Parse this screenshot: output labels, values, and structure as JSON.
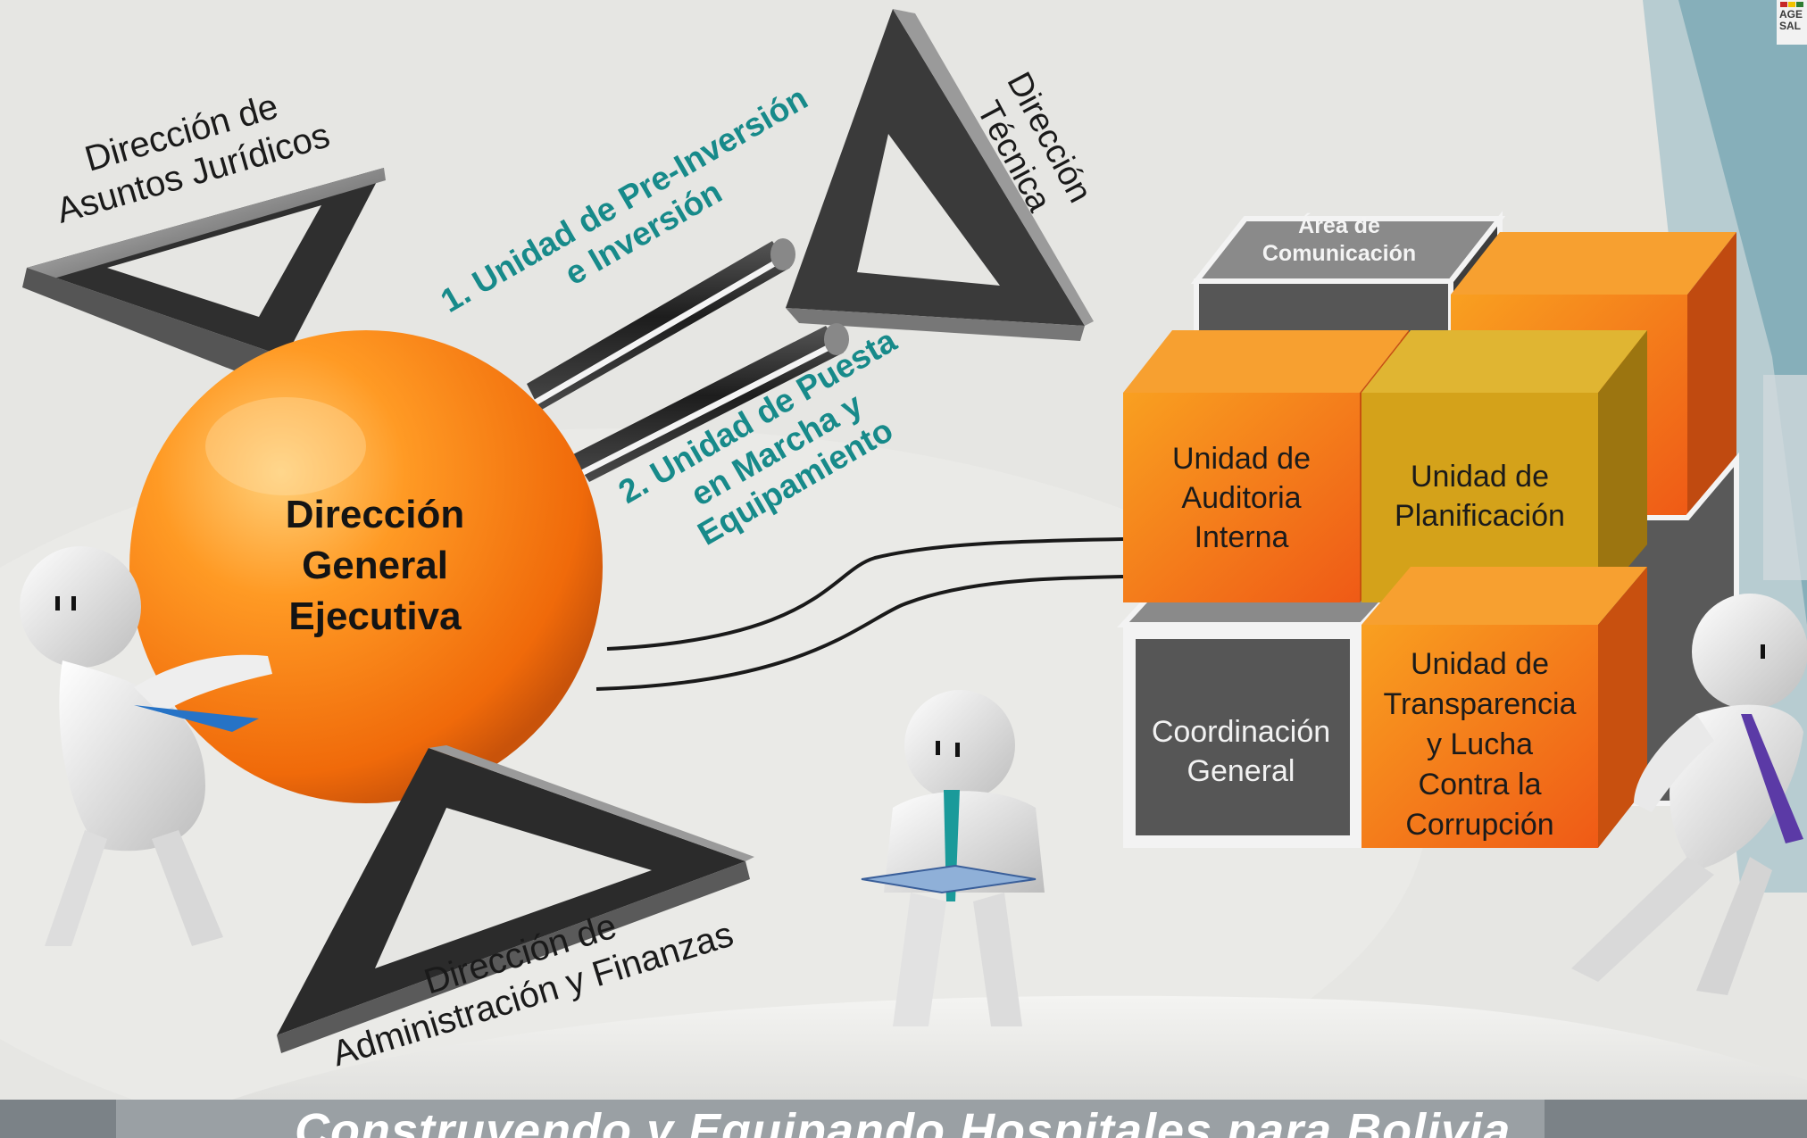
{
  "org_chart": {
    "center": {
      "line1": "Dirección",
      "line2": "General",
      "line3": "Ejecutiva"
    },
    "directions": {
      "juridicos": {
        "line1": "Dirección de",
        "line2": "Asuntos Jurídicos"
      },
      "tecnica": {
        "line1": "Dirección",
        "line2": "Técnica"
      },
      "administracion": {
        "line1": "Dirección de",
        "line2": "Administración y Finanzas"
      }
    },
    "units": {
      "preinversion": {
        "line1": "1. Unidad de Pre-Inversión",
        "line2": "e Inversión"
      },
      "puesta_marcha": {
        "line1": "2. Unidad de Puesta",
        "line2": "en Marcha y",
        "line3": "Equipamiento"
      }
    },
    "cube_blocks": {
      "comunicacion": {
        "line1": "Área de",
        "line2": "Comunicación"
      },
      "auditoria": {
        "line1": "Unidad de",
        "line2": "Auditoria",
        "line3": "Interna"
      },
      "planificacion": {
        "line1": "Unidad de",
        "line2": "Planificación"
      },
      "coordinacion": {
        "line1": "Coordinación",
        "line2": "General"
      },
      "transparencia": {
        "line1": "Unidad de",
        "line2": "Transparencia",
        "line3": "y Lucha",
        "line4": "Contra la",
        "line5": "Corrupción"
      }
    }
  },
  "footer": {
    "tagline": "Construyendo y Equipando Hospitales para Bolivia"
  },
  "logo_text": "AGE SAL",
  "colors": {
    "orange": "#f37a12",
    "gold": "#d4a21a",
    "dark_gray": "#565656",
    "teal": "#178a8a"
  }
}
